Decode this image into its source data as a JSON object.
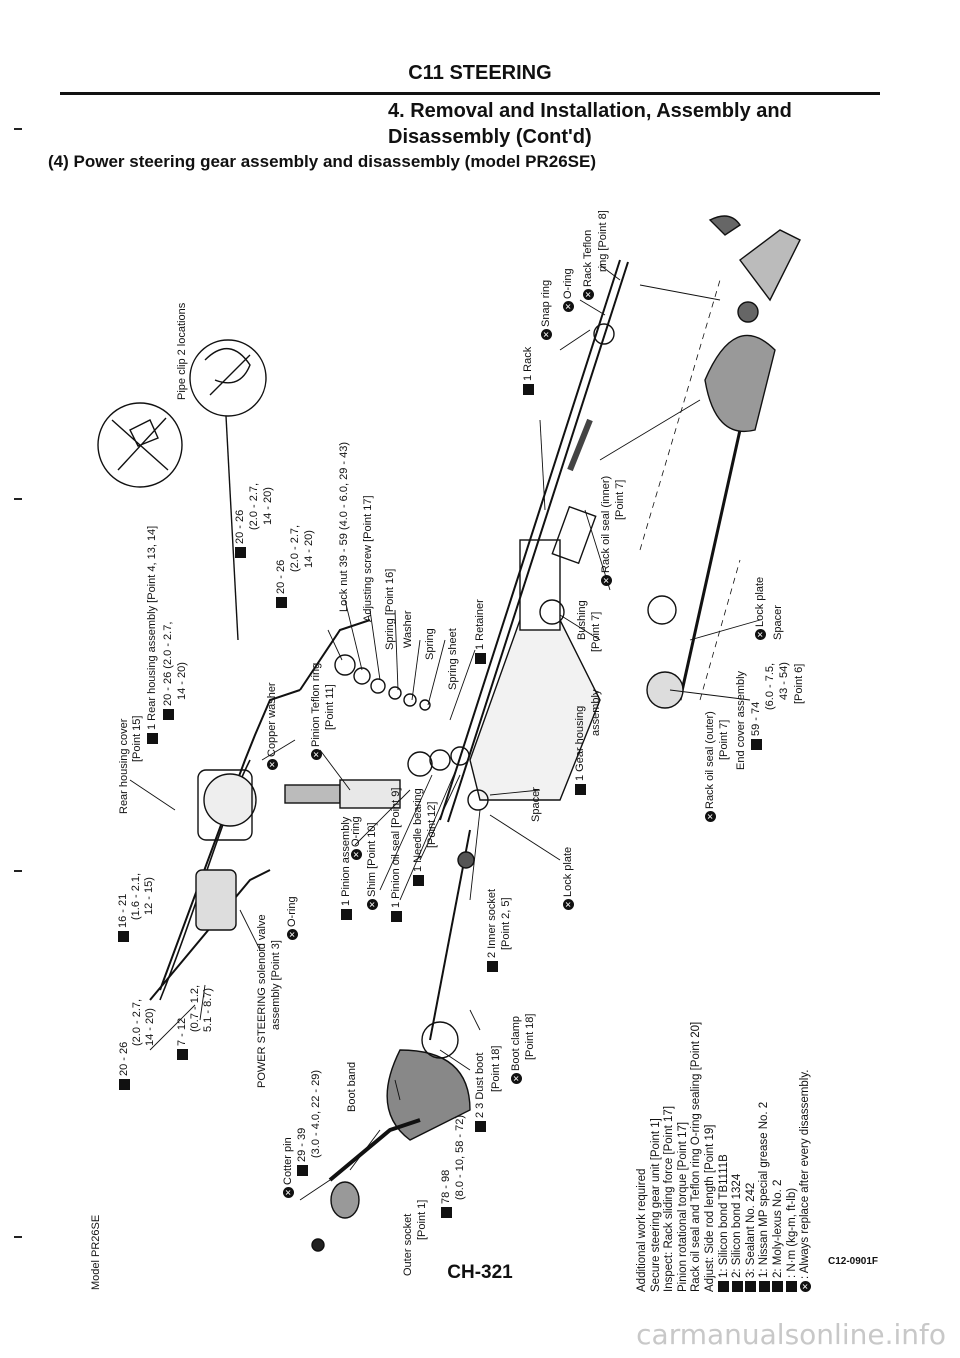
{
  "header": {
    "section": "C11 STEERING",
    "title_line1": "4. Removal and Installation, Assembly and",
    "title_line2": "Disassembly (Cont'd)",
    "subtitle": "(4) Power steering gear assembly and disassembly (model PR26SE)"
  },
  "model_label": "Model PR26SE",
  "labels": {
    "rear_housing_cover": [
      "Rear housing cover",
      "[Point 15]"
    ],
    "rear_housing_assembly": "1 Rear housing assembly [Point 4, 13, 14]",
    "pipe_clip": "Pipe clip 2 locations",
    "torque_16_21": [
      "16 - 21",
      "(1.6 - 2.1,",
      "12 - 15)"
    ],
    "torque_20_26_a": [
      "20 - 26",
      "(2.0 - 2.7,",
      "14 - 20)"
    ],
    "torque_20_26_b": [
      "20 - 26 (2.0 - 2.7,",
      "14 - 20)"
    ],
    "torque_20_26_c": [
      "20 - 26",
      "(2.0 - 2.7,",
      "14 - 20)"
    ],
    "torque_20_26_d": [
      "20 - 26",
      "(2.0 - 2.7,",
      "14 - 20)"
    ],
    "torque_7_12": [
      "7 - 12",
      "(0.7 - 1.2,",
      "5.1 - 8.7)"
    ],
    "copper_washer": "Copper washer",
    "pinion_teflon": [
      "Pinion Teflon ring",
      "[Point 11]"
    ],
    "lock_nut": "Lock nut  39 - 59 (4.0 - 6.0, 29 - 43)",
    "adjusting_screw": "Adjusting screw [Point 17]",
    "spring_16": "Spring [Point 16]",
    "washer": "Washer",
    "spring": "Spring",
    "spring_sheet": "Spring sheet",
    "retainer": "1 Retainer",
    "snap_ring": "Snap ring",
    "o_ring_rack": "O-ring",
    "rack_teflon": [
      "Rack Teflon",
      "ring [Point 8]"
    ],
    "rack": "1 Rack",
    "rack_oil_seal_inner": [
      "Rack oil seal (inner)",
      "[Point 7]"
    ],
    "bushing": [
      "Bushing",
      "[Point 7]"
    ],
    "gear_housing": [
      "1 Gear housing",
      "assembly"
    ],
    "lock_plate_right": "Lock plate",
    "spacer_right": "Spacer",
    "rack_oil_seal_outer": [
      "Rack oil seal (outer)",
      "[Point 7]"
    ],
    "end_cover": [
      "End cover assembly",
      "59 - 74",
      "(6.0 - 7.5,",
      "43 - 54)",
      "[Point 6]"
    ],
    "solenoid_valve": [
      "POWER STEERING solenoid valve",
      "assembly [Point 3]"
    ],
    "o_ring_solenoid": "O-ring",
    "pinion_assembly": "1 Pinion assembly",
    "o_ring_pinion": "O-ring",
    "shim": "Shim [Point 10]",
    "pinion_oil_seal": "1 Pinion oil seal [Point 9]",
    "needle_bearing": [
      "1 Needle bearing",
      "[Point 12]"
    ],
    "inner_socket": [
      "2 Inner socket",
      "[Point 2, 5]"
    ],
    "lock_plate_center": "Lock plate",
    "spacer_center": "Spacer",
    "boot_band": "Boot band",
    "torque_29_39": [
      "29 - 39",
      "(3.0 - 4.0, 22 - 29)"
    ],
    "cotter_pin": "Cotter pin",
    "torque_78_98": [
      "78 - 98",
      "(8.0 - 10, 58 - 72)"
    ],
    "dust_boot": [
      "2  3 Dust boot",
      "[Point 18]"
    ],
    "boot_clamp": [
      "Boot clamp",
      "[Point 18]"
    ],
    "outer_socket": [
      "Outer socket",
      "[Point 1]"
    ]
  },
  "notes": [
    "Additional work required",
    "Secure steering gear unit [Point 1]",
    "Inspect: Rack sliding force [Point 17]",
    "Pinion rotational torque [Point 17]",
    "Rack oil seal and Teflon ring O-ring sealing [Point 20]",
    "Adjust: Side rod length [Point 19]",
    "1: Silicon bond TB1111B",
    "2: Silicon bond 1324",
    "3: Sealant No. 242",
    "1: Nissan MP special grease No. 2",
    "2: Moly-lexus No. 2",
    ": N·m (kg-m, ft-lb)",
    ": Always replace after every disassembly."
  ],
  "ref_code": "C12-0901F",
  "page_number": "CH-321",
  "watermark": "carmanualsonline.info"
}
